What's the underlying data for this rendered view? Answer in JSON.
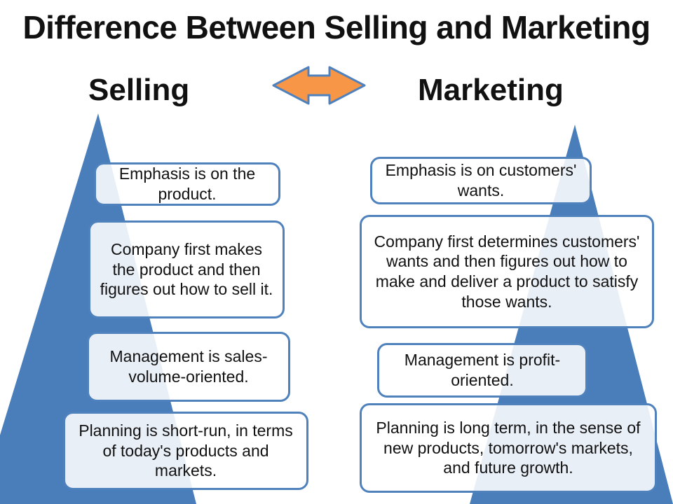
{
  "title": "Difference Between Selling and Marketing",
  "colors": {
    "triangle_fill": "#4a7ebb",
    "box_border": "#4f81bd",
    "arrow_fill": "#f79646",
    "arrow_stroke": "#4f81bd"
  },
  "icons": {
    "arrow": "double-arrow-icon"
  },
  "selling": {
    "heading": "Selling",
    "items": [
      "Emphasis is on the product.",
      "Company first makes the product and then figures out how to sell it.",
      "Management is sales-volume-oriented.",
      "Planning is short-run, in terms of today's products and markets."
    ]
  },
  "marketing": {
    "heading": "Marketing",
    "items": [
      "Emphasis is on customers' wants.",
      "Company first determines customers' wants and then figures out how to make and deliver a product to satisfy those wants.",
      "Management is profit-oriented.",
      "Planning is long term, in the sense of new products, tomorrow's markets, and future growth."
    ]
  }
}
